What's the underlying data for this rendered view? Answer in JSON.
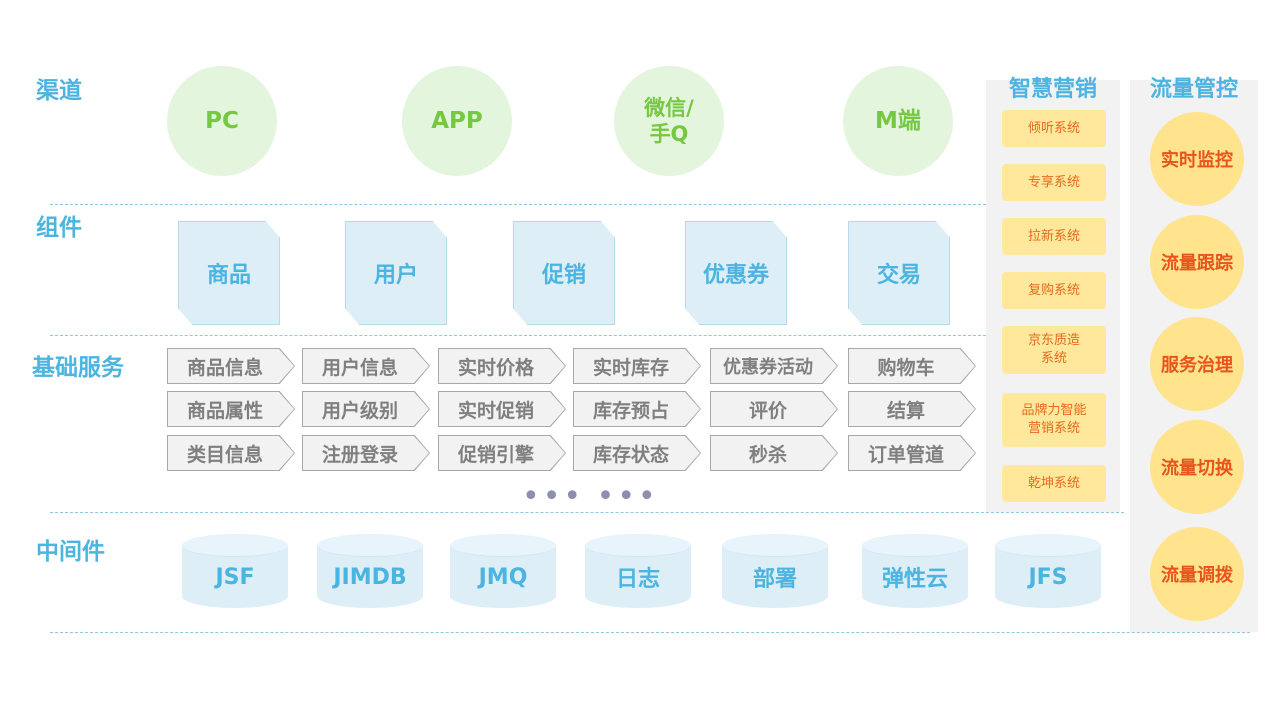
{
  "rows": {
    "channel": "渠道",
    "component": "组件",
    "base": "基础服务",
    "middleware": "中间件"
  },
  "channels": [
    "PC",
    "APP",
    "微信/\n手Q",
    "M端"
  ],
  "components": [
    "商品",
    "用户",
    "促销",
    "优惠券",
    "交易"
  ],
  "base_services": [
    [
      "商品信息",
      "用户信息",
      "实时价格",
      "实时库存",
      "优惠券活动",
      "购物车"
    ],
    [
      "商品属性",
      "用户级别",
      "实时促销",
      "库存预占",
      "评价",
      "结算"
    ],
    [
      "类目信息",
      "注册登录",
      "促销引擎",
      "库存状态",
      "秒杀",
      "订单管道"
    ]
  ],
  "ellipsis": "••• •••",
  "middleware": [
    "JSF",
    "JIMDB",
    "JMQ",
    "日志",
    "部署",
    "弹性云",
    "JFS"
  ],
  "marketing": {
    "title": "智慧营销",
    "items": [
      "倾听系统",
      "专享系统",
      "拉新系统",
      "复购系统",
      "京东质造\n系统",
      "品牌力智能\n营销系统",
      "乾坤系统"
    ]
  },
  "traffic": {
    "title": "流量管控",
    "items": [
      "实时监控",
      "流量跟踪",
      "服务治理",
      "流量切换",
      "流量调拨"
    ]
  }
}
